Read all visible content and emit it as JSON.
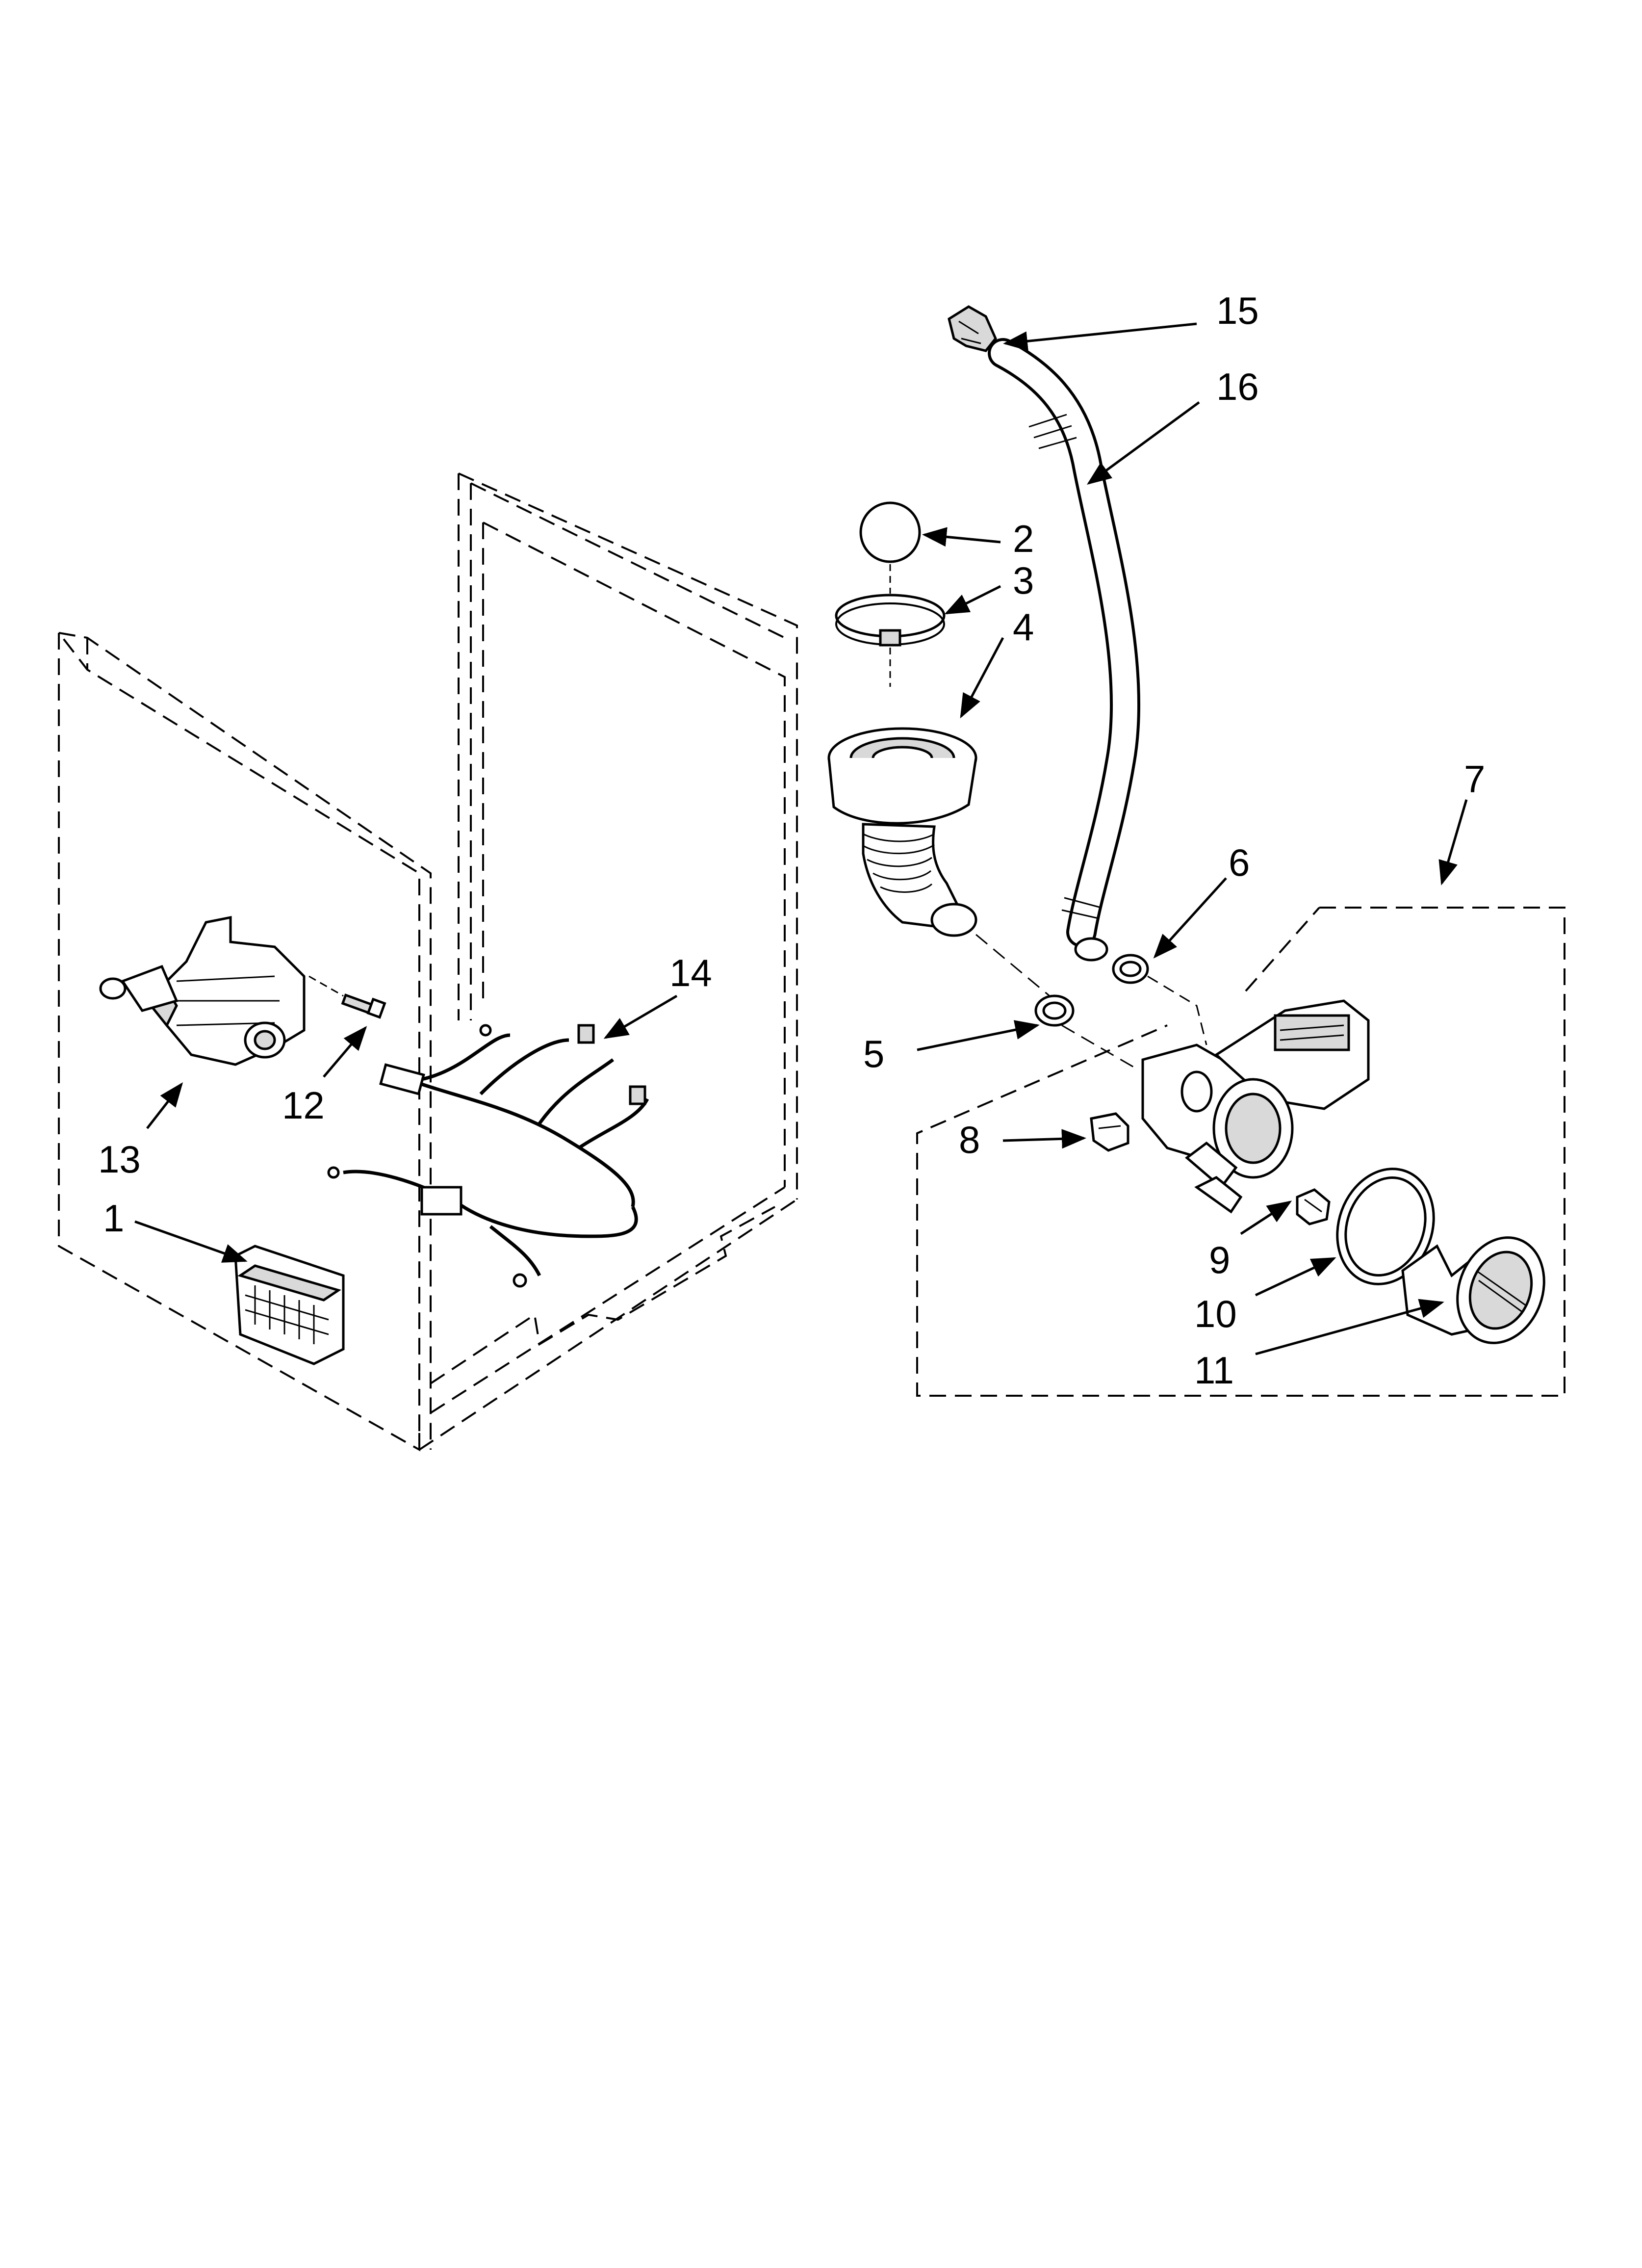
{
  "diagram": {
    "callouts": [
      {
        "id": "15",
        "text": "15"
      },
      {
        "id": "16",
        "text": "16"
      },
      {
        "id": "2",
        "text": "2"
      },
      {
        "id": "3",
        "text": "3"
      },
      {
        "id": "4",
        "text": "4"
      },
      {
        "id": "7",
        "text": "7"
      },
      {
        "id": "6",
        "text": "6"
      },
      {
        "id": "14",
        "text": "14"
      },
      {
        "id": "5",
        "text": "5"
      },
      {
        "id": "12",
        "text": "12"
      },
      {
        "id": "13",
        "text": "13"
      },
      {
        "id": "1",
        "text": "1"
      },
      {
        "id": "8",
        "text": "8"
      },
      {
        "id": "9",
        "text": "9"
      },
      {
        "id": "10",
        "text": "10"
      },
      {
        "id": "11",
        "text": "11"
      }
    ],
    "colors": {
      "line": "#000000",
      "background": "#ffffff",
      "shading": "#d9d9d9"
    }
  }
}
